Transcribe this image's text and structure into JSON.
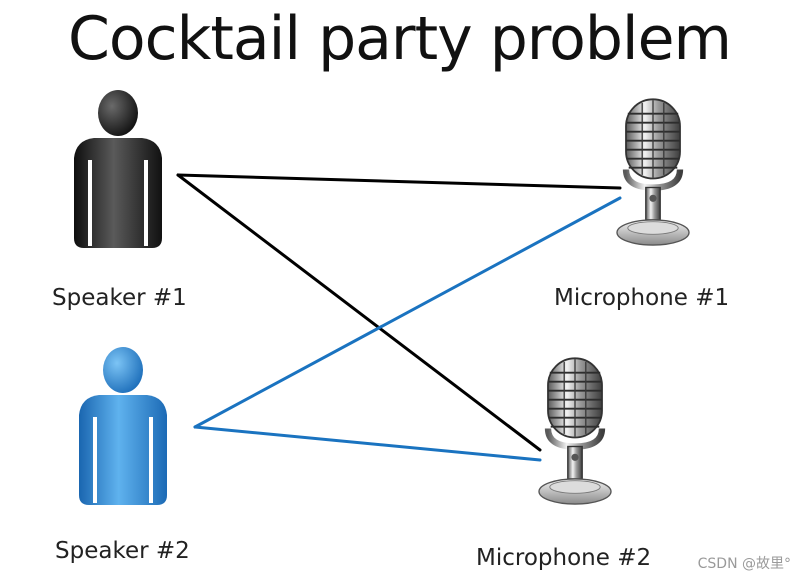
{
  "title": "Cocktail party problem",
  "speakers": [
    {
      "label": "Speaker #1",
      "color": "#2a2a2a"
    },
    {
      "label": "Speaker #2",
      "color": "#2f86cf"
    }
  ],
  "microphones": [
    {
      "label": "Microphone #1"
    },
    {
      "label": "Microphone #2"
    }
  ],
  "connections": [
    {
      "from": "Speaker #1",
      "to": "Microphone #1",
      "color": "#000000"
    },
    {
      "from": "Speaker #1",
      "to": "Microphone #2",
      "color": "#000000"
    },
    {
      "from": "Speaker #2",
      "to": "Microphone #1",
      "color": "#1a73c0"
    },
    {
      "from": "Speaker #2",
      "to": "Microphone #2",
      "color": "#1a73c0"
    }
  ],
  "icons": {
    "speaker": "person-icon",
    "microphone": "microphone-icon"
  },
  "watermark": "CSDN @故里°"
}
